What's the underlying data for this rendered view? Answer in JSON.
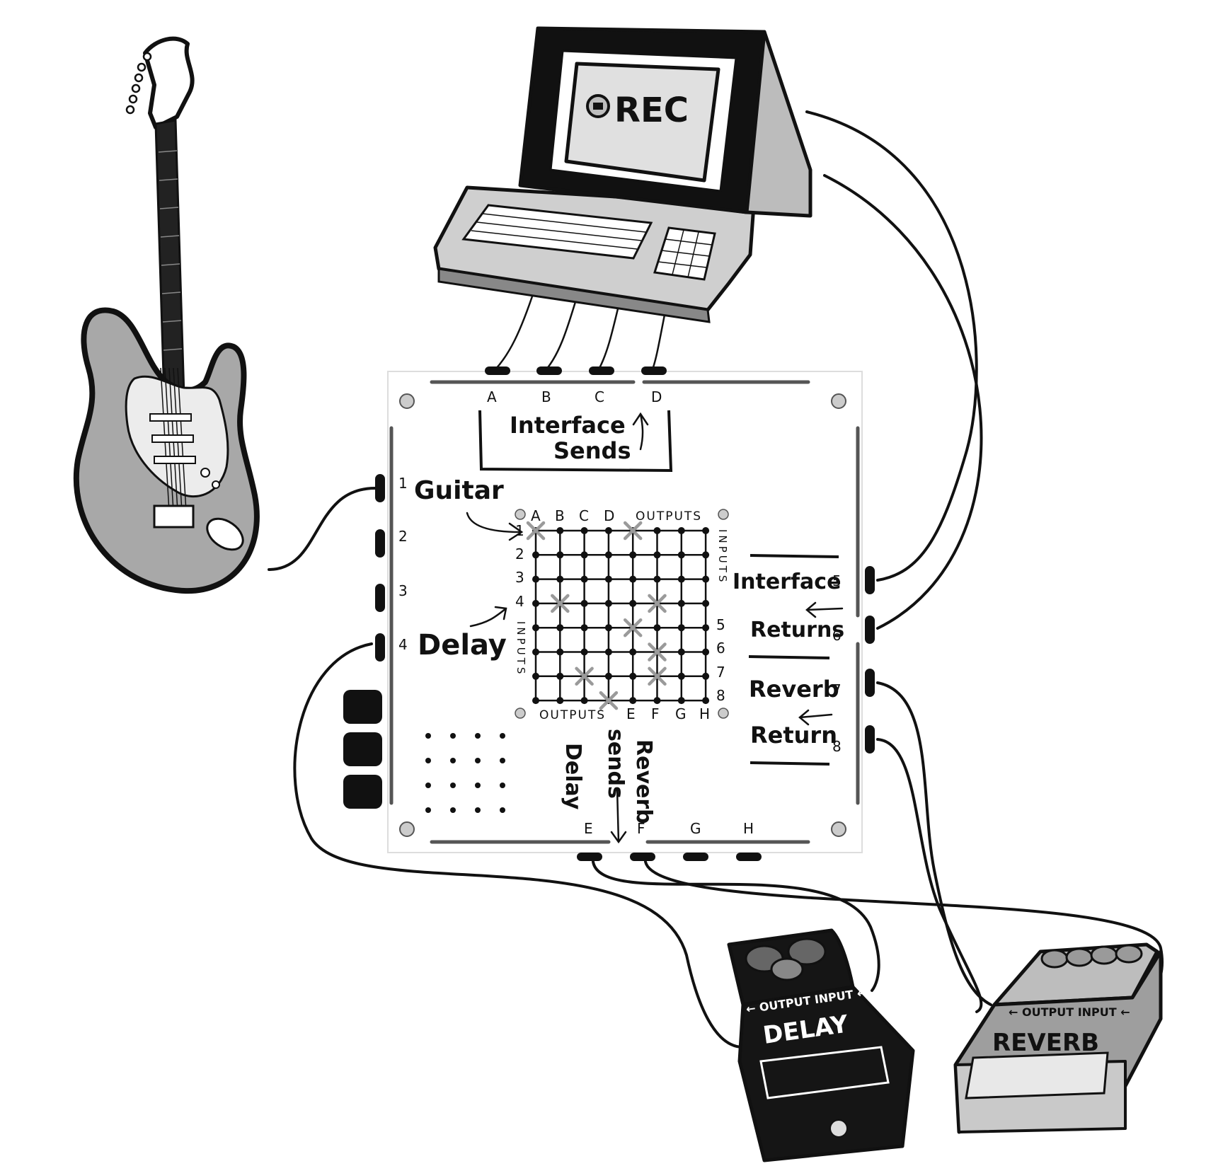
{
  "computer": {
    "screen_text": "REC"
  },
  "patchbay": {
    "top_jack_labels": [
      "A",
      "B",
      "C",
      "D"
    ],
    "bottom_jack_labels": [
      "E",
      "F",
      "G",
      "H"
    ],
    "left_jack_labels": [
      "1",
      "2",
      "3",
      "4"
    ],
    "right_jack_labels": [
      "5",
      "6",
      "7",
      "8"
    ],
    "interface_sends_line1": "Interface",
    "interface_sends_line2": "Sends",
    "guitar_label": "Guitar",
    "delay_label": "Delay",
    "interface_returns_line1": "Interface",
    "interface_returns_line2": "Returns",
    "reverb_return_line1": "Reverb",
    "reverb_return_line2": "Return",
    "delay_sends_line1": "Delay",
    "delay_sends_line2": "sends",
    "reverb_sends_line": "Reverb"
  },
  "matrix": {
    "col_labels_top": [
      "A",
      "B",
      "C",
      "D"
    ],
    "outputs_top_label": "OUTPUTS",
    "col_labels_bottom": [
      "E",
      "F",
      "G",
      "H"
    ],
    "outputs_bottom_label": "OUTPUTS",
    "row_labels": [
      "1",
      "2",
      "3",
      "4",
      "5",
      "6",
      "7",
      "8"
    ],
    "inputs_left_label": "INPUTS",
    "inputs_right_label": "INPUTS",
    "connections": [
      {
        "row": 1,
        "col": 1
      },
      {
        "row": 1,
        "col": 5
      },
      {
        "row": 4,
        "col": 2
      },
      {
        "row": 4,
        "col": 6
      },
      {
        "row": 5,
        "col": 5
      },
      {
        "row": 6,
        "col": 6
      },
      {
        "row": 7,
        "col": 3
      },
      {
        "row": 7,
        "col": 6
      },
      {
        "row": 8,
        "col": 4
      }
    ],
    "mark_color": "#9a9a9a"
  },
  "delay_pedal": {
    "io_label": "← OUTPUT INPUT ←",
    "name": "DELAY"
  },
  "reverb_pedal": {
    "io_label": "← OUTPUT INPUT ←",
    "name": "REVERB"
  },
  "colors": {
    "ink": "#111111",
    "guitar_body": "#a8a8a8",
    "screen": "#e0e0e0",
    "panel": "#ffffff",
    "reverb_pedal": "#9e9e9e",
    "delay_pedal": "#151515"
  }
}
